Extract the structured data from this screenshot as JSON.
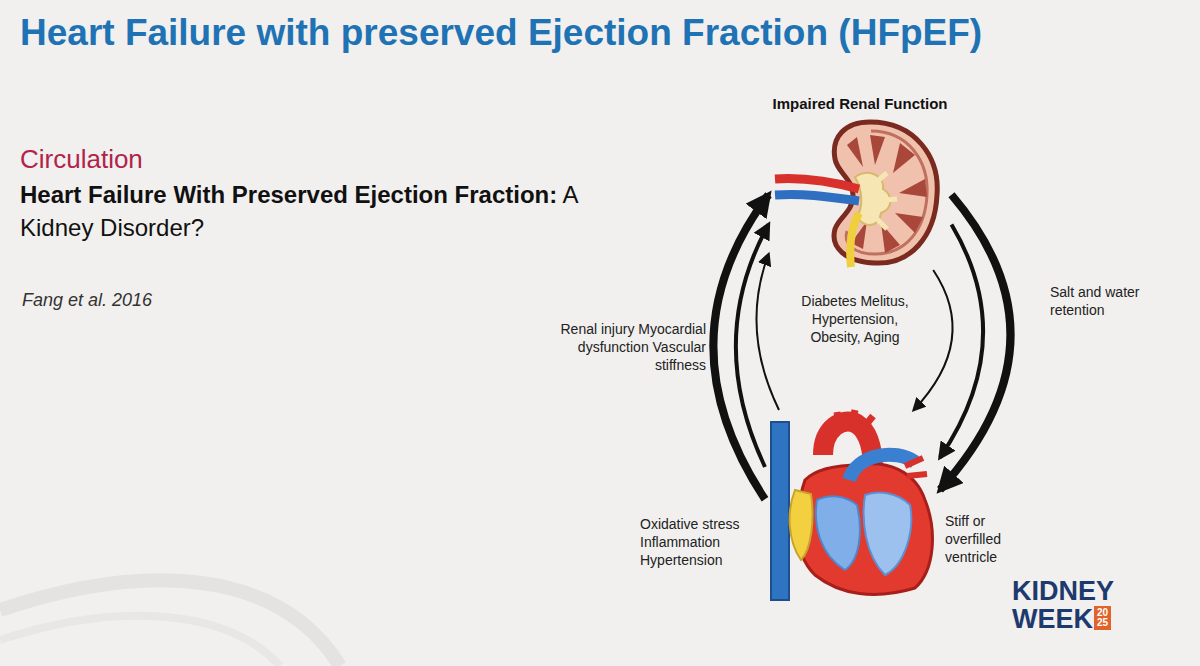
{
  "diagram": {
    "title": "Heart Failure with preserved Ejection Fraction (HFpEF)",
    "nodes": [
      {
        "text": [
          "Impaired Renal Function"
        ]
      },
      {
        "text": [
          "Stiff or overfilled ventricle"
        ]
      }
    ],
    "edges": [
      {
        "from": 1,
        "to": 0,
        "arrow": "to",
        "label": "Renal injury Myocardial dysfunction Vascular stiffness"
      },
      {
        "from": 1,
        "to": 0,
        "arrow": "to"
      },
      {
        "from": 1,
        "to": 0,
        "arrow": "to"
      },
      {
        "from": 0,
        "to": 1,
        "arrow": "to",
        "label": "Salt and water retention"
      },
      {
        "from": 0,
        "to": 1,
        "arrow": "to"
      },
      {
        "from": 0,
        "to": 1,
        "arrow": "to"
      }
    ],
    "labels": [
      "Circulation",
      "Heart Failure With Preserved Ejection Fraction:",
      "A Kidney Disorder?",
      "Fang et al. 2016",
      "Diabetes Melitus, Hypertension, Obesity, Aging",
      "Oxidative stress Inflammation Hypertension",
      "KIDNEY",
      "WEEK",
      "2025"
    ]
  }
}
